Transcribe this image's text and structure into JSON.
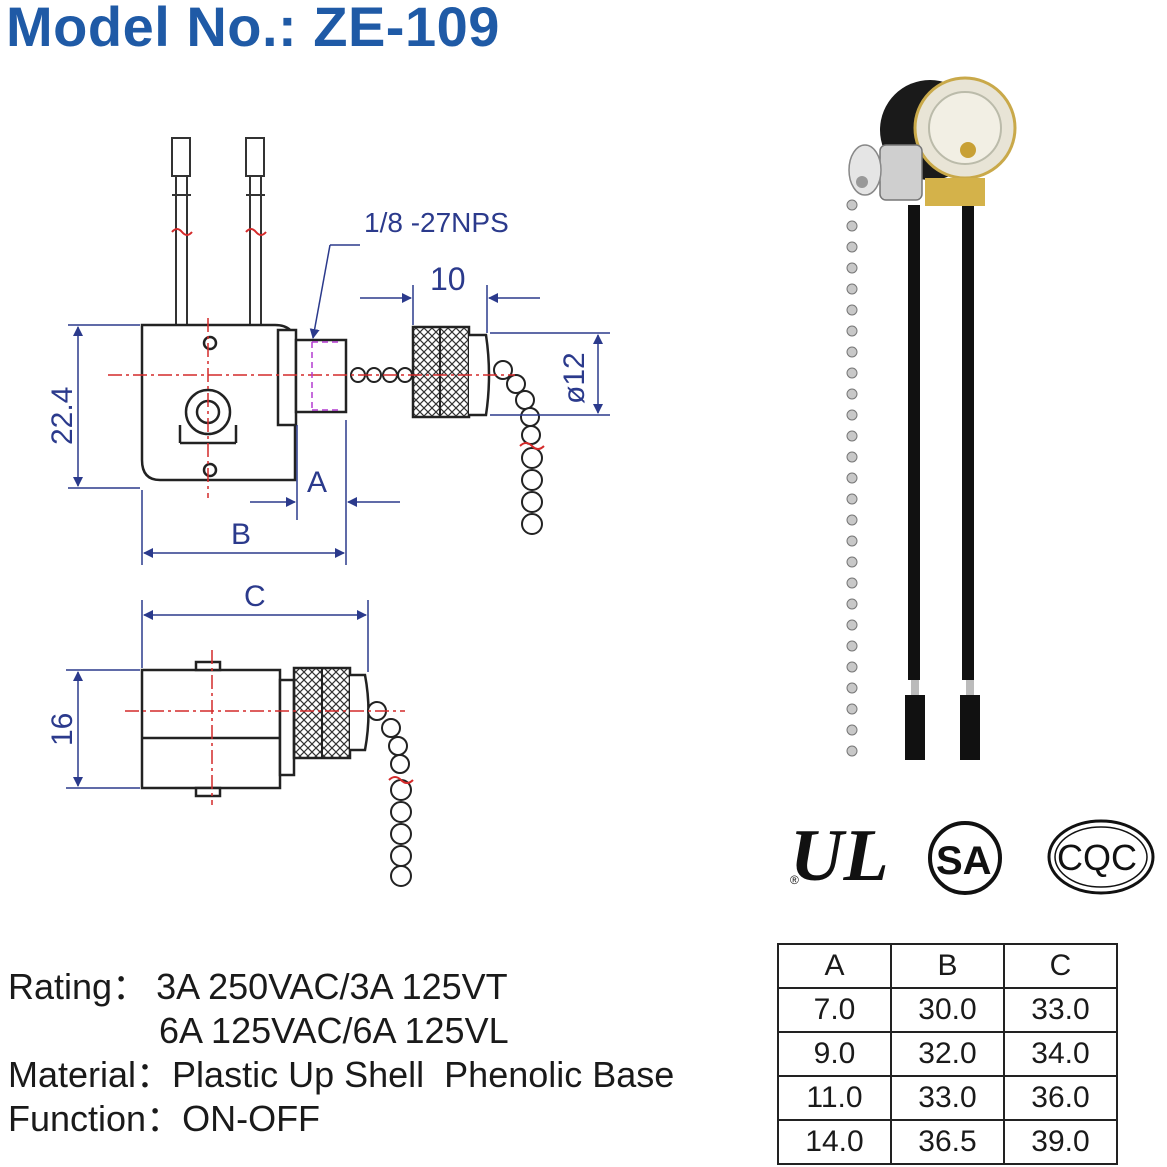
{
  "title": "Model No.: ZE-109",
  "diagram": {
    "thread_label": "1/8 -27NPS",
    "dim_10": "10",
    "dim_phi12": "ø12",
    "dim_22_4": "22.4",
    "dim_A": "A",
    "dim_B": "B",
    "dim_C": "C",
    "dim_16": "16"
  },
  "certifications": {
    "ul": "UL",
    "csa": "SA",
    "cqc": "CQC"
  },
  "specs": {
    "rating_label": "Rating：",
    "rating_line1": "3A 250VAC/3A 125VT",
    "rating_line2": "6A 125VAC/6A 125VL",
    "material_label": "Material：",
    "material_value": "Plastic Up Shell  Phenolic Base",
    "function_label": "Function：",
    "function_value": "ON-OFF"
  },
  "dimension_table": {
    "headers": [
      "A",
      "B",
      "C"
    ],
    "rows": [
      [
        "7.0",
        "30.0",
        "33.0"
      ],
      [
        "9.0",
        "32.0",
        "34.0"
      ],
      [
        "11.0",
        "33.0",
        "36.0"
      ],
      [
        "14.0",
        "36.5",
        "39.0"
      ]
    ]
  },
  "colors": {
    "title": "#1f5aa6",
    "dimension_lines": "#2b3a8c",
    "centerline": "#d42a2a"
  }
}
